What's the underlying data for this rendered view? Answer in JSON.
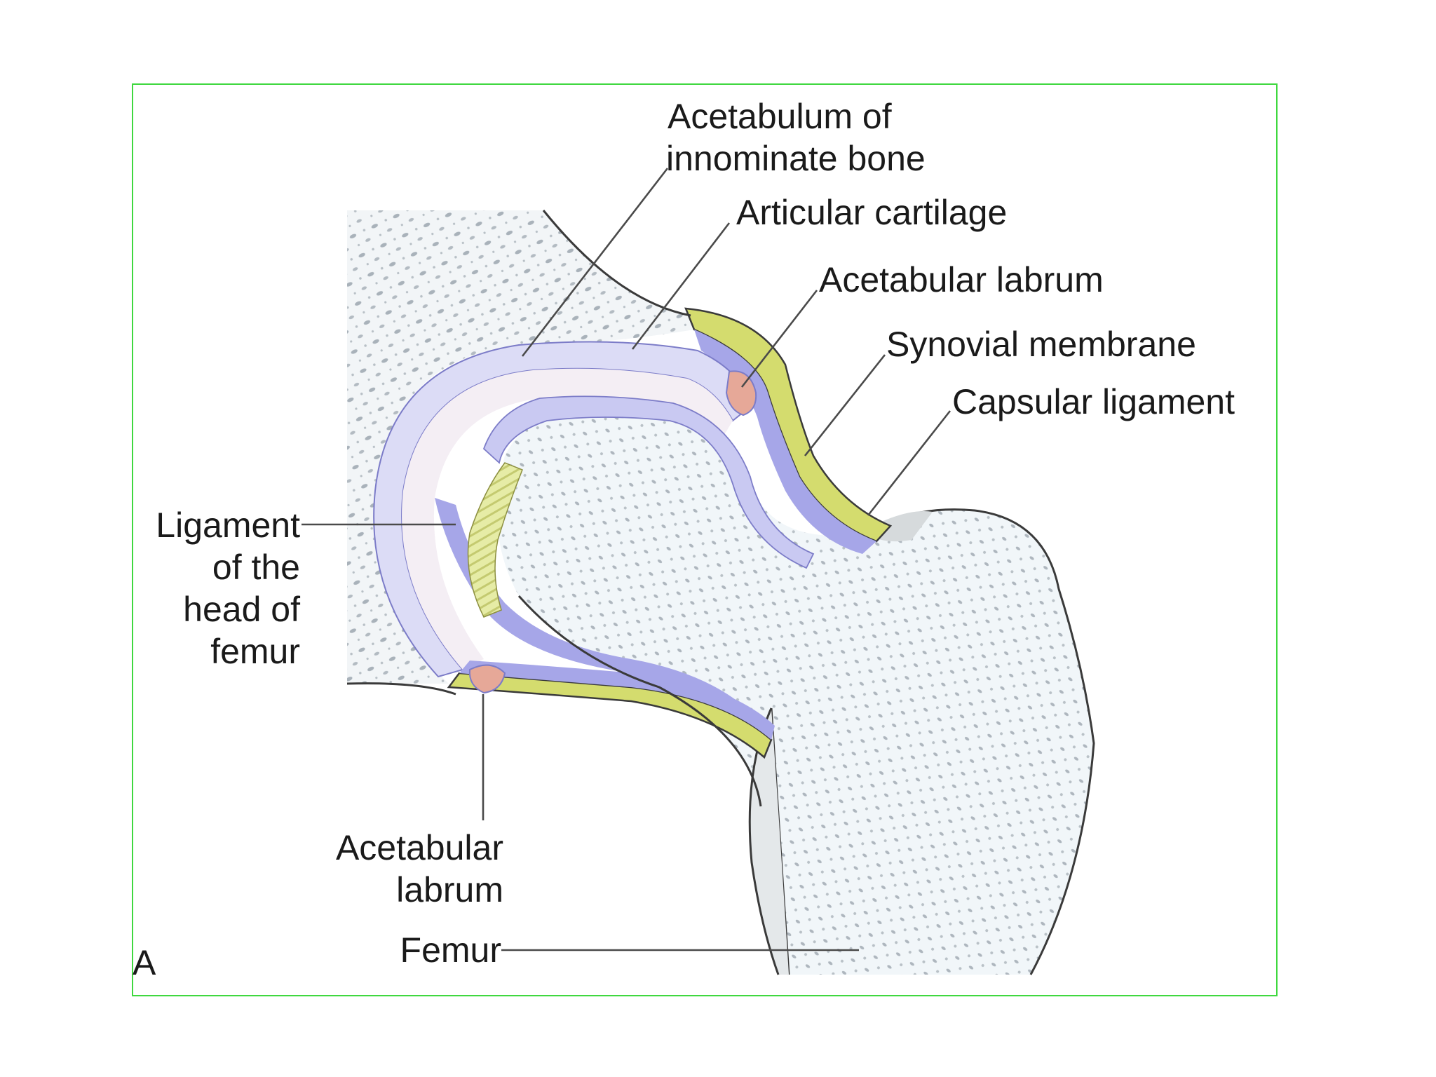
{
  "figure": {
    "panel_letter": "A",
    "frame_color": "#3fd83f"
  },
  "labels": {
    "acetabulum_line1": "Acetabulum of",
    "acetabulum_line2": "innominate bone",
    "articular_cartilage": "Articular cartilage",
    "acetabular_labrum_top": "Acetabular labrum",
    "synovial_membrane": "Synovial membrane",
    "capsular_ligament": "Capsular ligament",
    "ligament_line1": "Ligament",
    "ligament_line2": "of the",
    "ligament_line3": "head of",
    "ligament_line4": "femur",
    "acetabular_labrum_bottom_line1": "Acetabular",
    "acetabular_labrum_bottom_line2": "labrum",
    "femur": "Femur"
  },
  "colors": {
    "capsule": "#d4dc6e",
    "synovial": "#a6a6e8",
    "cartilage": "#dcdcf6",
    "joint_space": "#f4eef4",
    "labrum": "#e6a898",
    "bone": "#eef4f8",
    "trabeculae": "#a9b2ba"
  }
}
